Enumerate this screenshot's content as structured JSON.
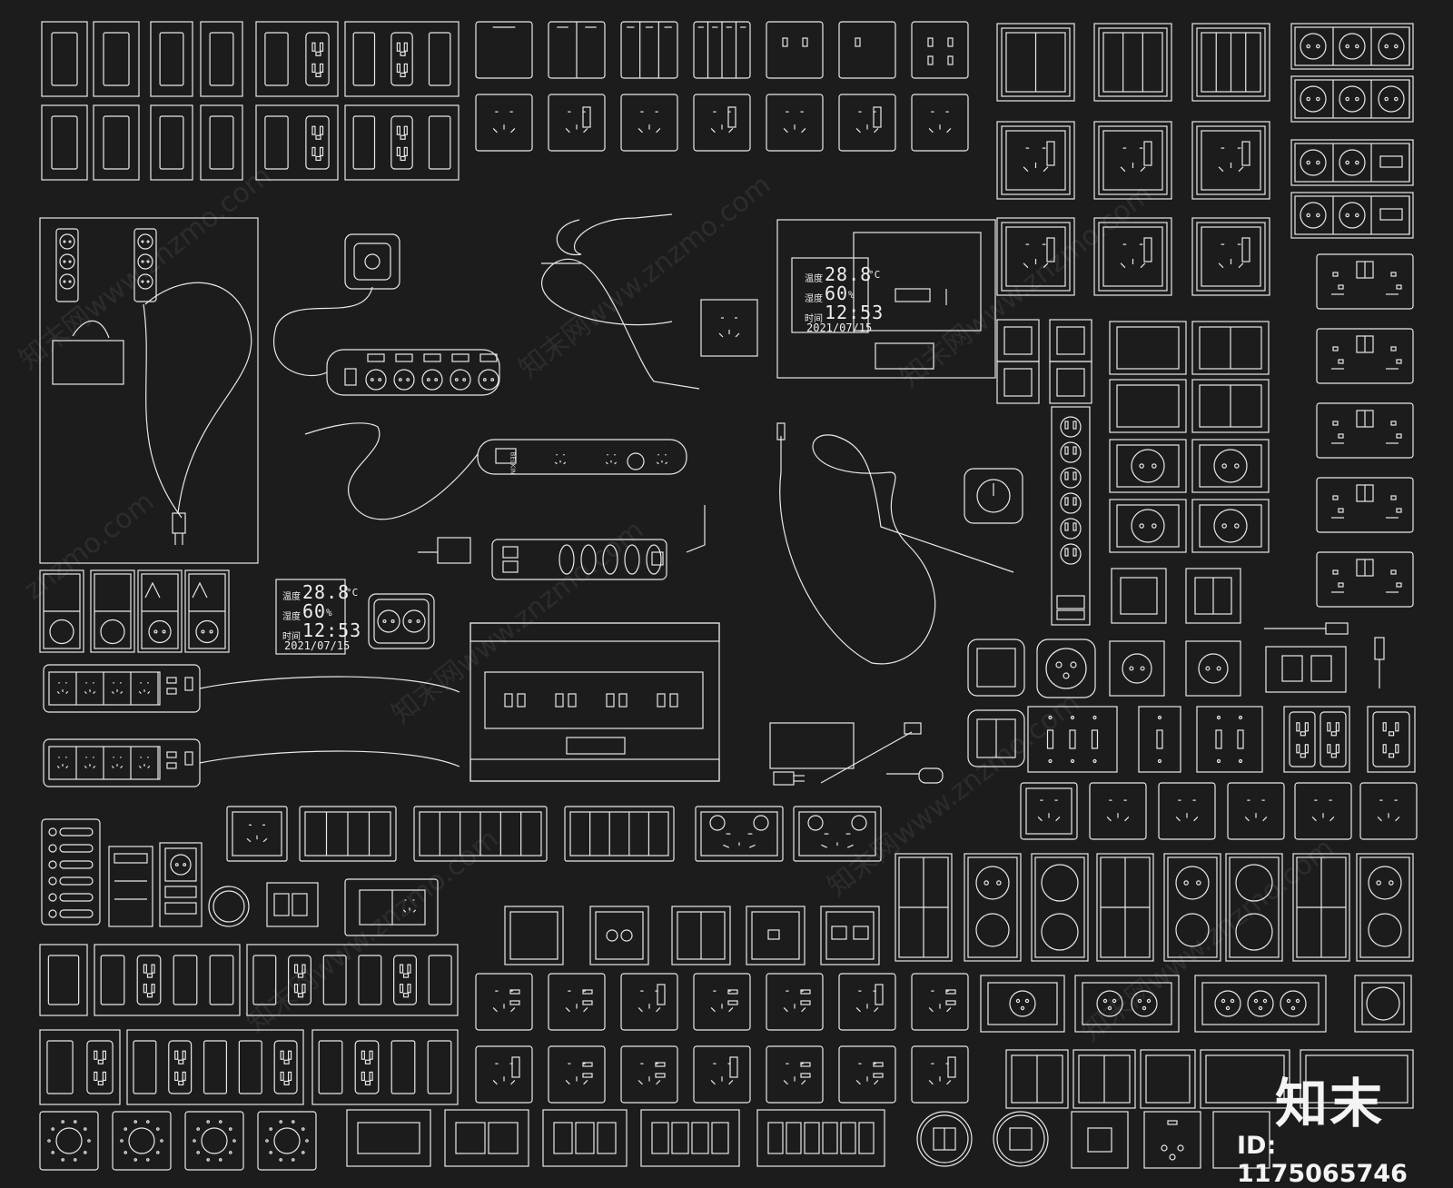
{
  "meta": {
    "background_color": "#1c1c1c",
    "line_color": "#e8e8e8"
  },
  "displays": [
    {
      "temp_label": "温度",
      "temp_value": "28.8",
      "temp_unit": "°C",
      "humidity_label": "湿度",
      "humidity_value": "60",
      "humidity_unit": "%",
      "time_label": "时间",
      "time_value": "12:53",
      "date_value": "2021/07/15"
    },
    {
      "temp_label": "温度",
      "temp_value": "28.8",
      "temp_unit": "°C",
      "humidity_label": "湿度",
      "humidity_value": "60",
      "humidity_unit": "%",
      "time_label": "时间",
      "time_value": "12:53",
      "date_value": "2021/07/15"
    }
  ],
  "power_strip_brand": "BELKIN",
  "watermarks": {
    "text_cn": "知末网www.znzmo.com",
    "text_en": "znzmo.com"
  },
  "brand_logo": "知末",
  "image_id": "ID: 1175065746",
  "icons": [
    "socket-icon",
    "switch-icon",
    "power-plug-icon",
    "usb-cable-icon",
    "knob-icon",
    "distribution-box-icon"
  ]
}
